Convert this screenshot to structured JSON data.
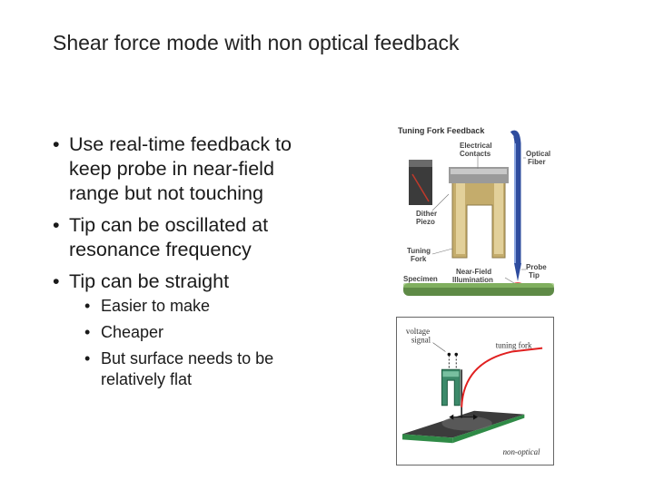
{
  "slide": {
    "title": "Shear force mode with non optical feedback",
    "bullets": [
      {
        "text": "Use real-time feedback to keep probe in near-field range but not touching"
      },
      {
        "text": "Tip can be oscillated at resonance frequency"
      },
      {
        "text": "Tip can be straight",
        "sub": [
          "Easier to make",
          "Cheaper",
          "But surface needs to be relatively flat"
        ]
      }
    ],
    "bullet_glyph": "•"
  },
  "figure_top": {
    "title": "Tuning Fork Feedback",
    "labels": {
      "contacts_1": "Electrical",
      "contacts_2": "Contacts",
      "fiber_1": "Optical",
      "fiber_2": "Fiber",
      "dither_1": "Dither",
      "dither_2": "Piezo",
      "fork_1": "Tuning",
      "fork_2": "Fork",
      "specimen": "Specimen",
      "nearfield_1": "Near-Field",
      "nearfield_2": "Illumination",
      "tip_1": "Probe",
      "tip_2": "Tip"
    },
    "colors": {
      "fiber": "#2e4c9e",
      "fork": "#c4ac6c",
      "piezo": "#3b3b3b",
      "specimen": "#5e8a46"
    }
  },
  "figure_bottom": {
    "labels": {
      "signal_1": "voltage",
      "signal_2": "signal",
      "fork": "tuning fork",
      "mode": "non-optical"
    },
    "colors": {
      "fork": "#3c8a6a",
      "curve": "#e02020",
      "surface": "#2f8a46"
    }
  }
}
